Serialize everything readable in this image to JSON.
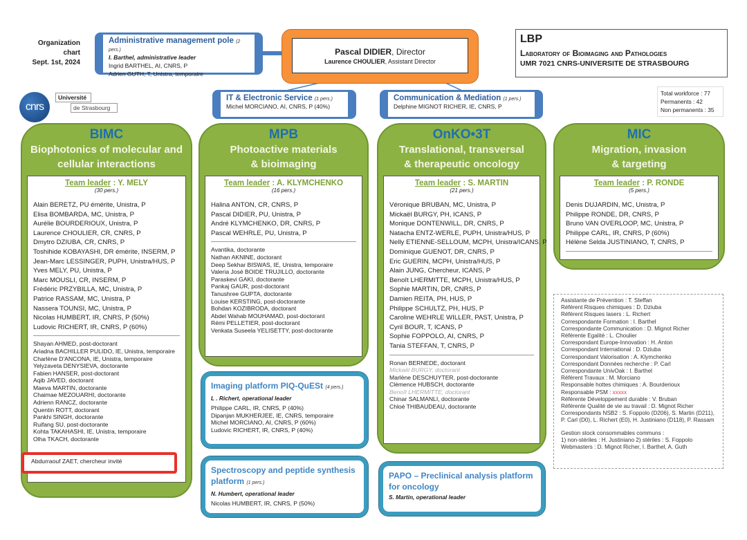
{
  "header": {
    "chart_label": [
      "Organization",
      "chart",
      "Sept. 1st, 2024"
    ],
    "admin": {
      "title": "Administrative management pole",
      "count": "(2 pers.)",
      "leader": "I. Barthel, administrative leader",
      "members": [
        "Ingrid BARTHEL, AI, CNRS, P",
        "Adrien GUTH, T, Unistra, temporaire"
      ]
    },
    "director": {
      "name": "Pascal DIDIER",
      "role": ", Director",
      "assistant_name": "Laurence CHOULIER",
      "assistant_role": ", Assistant Director"
    },
    "lab": {
      "acronym": "LBP",
      "name": "Laboratory of Bioimaging and Pathologies",
      "umr": "UMR 7021 CNRS-UNIVERSITE DE STRASBOURG"
    },
    "stats": [
      "Total workforce : 77",
      "Permanents : 42",
      "Non permanents : 35"
    ],
    "logos": {
      "cnrs": "cnrs",
      "univ_line1": "Université",
      "univ_line2": "de Strasbourg"
    },
    "it": {
      "title": "IT & Electronic Service",
      "count": "(1 pers.)",
      "member": "Michel MORCIANO, AI, CNRS, P   (40%)"
    },
    "comm": {
      "title": "Communication & Mediation",
      "count": "(1 pers.)",
      "member": "Delphine MIGNOT RICHER, IE, CNRS, P"
    }
  },
  "teams": [
    {
      "acronym": "BIMC",
      "subtitle": [
        "Biophotonics of molecular and",
        "cellular interactions"
      ],
      "leader_label": "Team leader",
      "leader": " : Y. MELY",
      "count": "(30 pers.)",
      "permanents": [
        "Alain BERETZ, PU émérite, Unistra, P",
        "Elisa BOMBARDA, MC, Unistra, P",
        "Aurélie BOURDERIOUX, Unistra, P",
        "Laurence CHOULIER, CR, CNRS, P",
        "Dmytro DZIUBA, CR, CNRS, P",
        "Toshihide KOBAYASHI, DR émérite, INSERM, P",
        "Jean-Marc LESSINGER, PUPH, Unistra/HUS, P",
        "Yves MELY, PU, Unistra, P",
        "Marc MOUSLI, CR, INSERM, P",
        "Frédéric PRZYBILLA, MC, Unistra, P",
        "Patrice RASSAM, MC, Unistra, P",
        "Nassera TOUNSI, MC, Unistra, P",
        "Nicolas HUMBERT, IR, CNRS, P (50%)",
        "Ludovic RICHERT, IR, CNRS, P (60%)"
      ],
      "non_permanents": [
        {
          "text": "Shayan AHMED, post-doctorant"
        },
        {
          "text": "Ariadna BACHILLER PULIDO, IE, Unistra, temporaire"
        },
        {
          "text": "Charlène D'ANCONA, IE, Unistra, temporaire"
        },
        {
          "text": "Yelyzaveta DENYSIEVA, doctorante"
        },
        {
          "text": "Fabien HANSER, post-doctorant"
        },
        {
          "text": "Aqib JAVED, doctorant"
        },
        {
          "text": "Maeva MARTIN, doctorante"
        },
        {
          "text": "Chaimae MEZOUARHI, doctorante"
        },
        {
          "text": "Adrienn RANCZ, doctorante"
        },
        {
          "text": "Quentin ROTT, doctorant"
        },
        {
          "text": "Pankhi SINGH, doctorante"
        },
        {
          "text": "Ruifang SU, post-doctorante"
        },
        {
          "text": "Kohta TAKAHASHI, IE, Unistra, temporaire"
        },
        {
          "text": "Olha TKACH, doctorante"
        }
      ],
      "guest": "Abdurraouf ZAET, chercheur invité"
    },
    {
      "acronym": "MPB",
      "subtitle": [
        "Photoactive materials",
        "& bioimaging"
      ],
      "leader_label": "Team leader",
      "leader": " : A. KLYMCHENKO",
      "count": "(16 pers.)",
      "permanents": [
        "Halina ANTON, CR, CNRS, P",
        "Pascal DIDIER, PU, Unistra, P",
        "André KLYMCHENKO, DR, CNRS, P",
        "Pascal WEHRLE, PU, Unistra, P"
      ],
      "non_permanents": [
        {
          "text": "Avantika, doctorante"
        },
        {
          "text": "Nathan AKNINE, doctorant"
        },
        {
          "text": "Deep Sekhar BISWAS, IE, Unistra, temporaire"
        },
        {
          "text": "Valeria José BOIDE TRUJILLO, doctorante"
        },
        {
          "text": "Paraskevi GAKI, doctorante"
        },
        {
          "text": "Pankaj GAUR, post-doctorant"
        },
        {
          "text": "Tanushree GUPTA, doctorante"
        },
        {
          "text": "Louise KERSTING, post-doctorante"
        },
        {
          "text": "Bohdan KOZIBRODA, doctorant"
        },
        {
          "text": "Abdel Wahab MOUHAMAD, post-doctorant"
        },
        {
          "text": "Rémi PELLETIER, post-doctorant"
        },
        {
          "text": "Venkata Suseela YELISETTY, post-doctorante"
        }
      ]
    },
    {
      "acronym": "OnKO•3T",
      "subtitle": [
        "Translational, transversal",
        "& therapeutic oncology"
      ],
      "leader_label": "Team leader",
      "leader": " : S. MARTIN",
      "count": "(21 pers.)",
      "permanents": [
        "Véronique BRUBAN, MC, Unistra, P",
        "Mickaël BURGY, PH, ICANS, P",
        "Monique DONTENWILL, DR, CNRS, P",
        "Natacha ENTZ-WERLE, PUPH, Unistra/HUS, P",
        "Nelly ETIENNE-SELLOUM, MCPH, Unistra/ICANS, P",
        "Dominique GUENOT, DR, CNRS, P",
        "Eric GUERIN, MCPH, Unistra/HUS, P",
        "Alain JUNG, Chercheur, ICANS, P",
        "Benoît LHERMITTE, MCPH, Unistra/HUS, P",
        "Sophie MARTIN, DR, CNRS, P",
        "Damien REITA, PH, HUS, P",
        "Philippe SCHULTZ, PH, HUS, P",
        "Caroline WEHRLE WILLER, PAST, Unistra, P",
        "Cyril BOUR, T, ICANS, P",
        "Sophie FOPPOLO, AI, CNRS, P",
        "Tania STEFFAN, T, CNRS, P"
      ],
      "non_permanents": [
        {
          "text": "Ronan BERNEDE, doctorant"
        },
        {
          "text": "Mickaël BURGY, doctorant",
          "muted": true
        },
        {
          "text": "Marlène DESCHUYTER, post-doctorante"
        },
        {
          "text": "Clémence HUBSCH, doctorante"
        },
        {
          "text": "Benoît LHERMITTE, doctorant",
          "muted": true
        },
        {
          "text": "Chinar SALMANLI, doctorante"
        },
        {
          "text": "Chloé THIBAUDEAU, doctorante"
        }
      ]
    },
    {
      "acronym": "MIC",
      "subtitle": [
        "Migration, invasion",
        "& targeting"
      ],
      "leader_label": "Team leader",
      "leader": " : P. RONDE",
      "count": "(5 pers.)",
      "permanents": [
        "Denis DUJARDIN, MC, Unistra, P",
        "Philippe RONDE, DR, CNRS, P",
        "Bruno VAN OVERLOOP, MC, Unistra, P",
        "Philippe CARL, IR, CNRS, P (60%)",
        "Hélène Selda JUSTINIANO, T, CNRS, P"
      ],
      "non_permanents": []
    }
  ],
  "platforms": [
    {
      "title": "Imaging platform PIQ-QuESt",
      "count": "(4 pers.)",
      "leader": "L . Richert, operational leader",
      "members": [
        "Philippe CARL, IR, CNRS, P (40%)",
        "Dipanjan MUKHERJEE, IE, CNRS, temporaire",
        "Michel MORCIANO, AI, CNRS, P   (60%)",
        "Ludovic RICHERT, IR, CNRS, P   (40%)"
      ]
    },
    {
      "title": "Spectroscopy and peptide synthesis platform",
      "count": "(1 pers.)",
      "leader": "N. Humbert, operational leader",
      "members": [
        "Nicolas HUMBERT, IR, CNRS, P (50%)"
      ]
    },
    {
      "title": "PAPO – Preclinical analysis platform for oncology",
      "count": "",
      "leader": "S. Martin, operational leader",
      "members": []
    }
  ],
  "roles": {
    "lines": [
      "Assistante de Prévention : T. Steffan",
      "Référent Risques chimiques : D. Dziuba",
      "Référent Risques lasers : L. Richert",
      "Correspondante Formation : I. Barthel",
      "Correspondante Communication : D. Mignot Richer",
      "Référente Egalité : L. Choulier",
      "Correspondant Europe-Innovation : H. Anton",
      "Correspondant International : D. Dziuba",
      "Correspondant Valorisation : A. Klymchenko",
      "Correspondant Données recherche : P. Carl",
      "Correspondante UnivOak : I. Barthel",
      "Référent Travaux : M. Morciano",
      "Responsable hottes chimiques : A. Bourderioux"
    ],
    "psm_label": "Responsable PSM : ",
    "psm_value": "xxxxx",
    "lines2": [
      "Référente Développement durable : V. Bruban",
      "Référente Qualité de vie au travail : D. Mignot Richer",
      "Correspondants NSB2 : S. Foppolo (D206), S. Martin (D211), P. Carl (D0), L. Richert (E0), H. Justiniano (D118), P. Rassam"
    ],
    "stock": [
      "Gestion stock consommables communs :",
      "1) non-stériles : H. Justiniano 2) stériles : S. Foppolo",
      "Webmasters : D. Mignot Richer, I. Barthel, A. Guth"
    ]
  },
  "colors": {
    "team_green": "#8db244",
    "acronym_blue": "#1f6fae",
    "director_orange": "#f7923a",
    "service_blue": "#4a7ebf",
    "platform_teal": "#3a9cc0",
    "highlight_red": "#e8302a"
  }
}
